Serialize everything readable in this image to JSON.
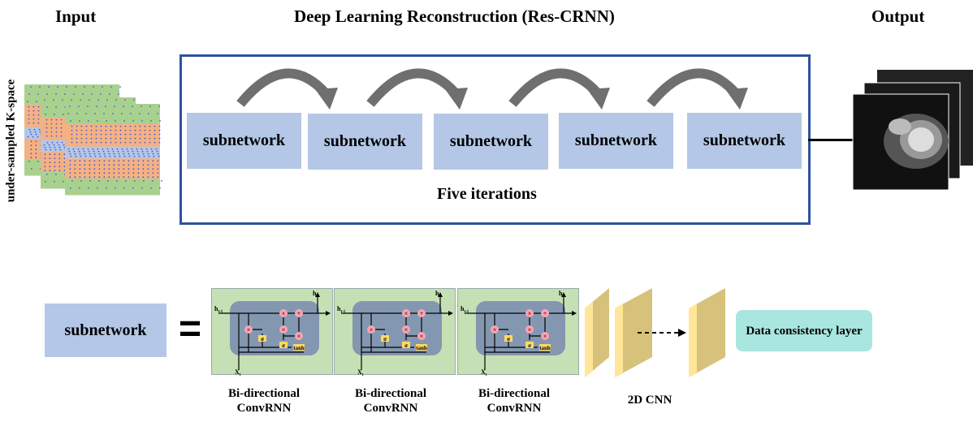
{
  "headers": {
    "input": "Input",
    "main": "Deep Learning Reconstruction (Res-CRNN)",
    "output": "Output"
  },
  "kspace_label": "under-sampled K-space",
  "subnetworks": [
    "subnetwork",
    "subnetwork",
    "subnetwork",
    "subnetwork",
    "subnetwork"
  ],
  "iterations_label": "Five iterations",
  "legend": {
    "subnetwork": "subnetwork",
    "equals": "=",
    "convrnn_labels": [
      "Bi-directional ConvRNN",
      "Bi-directional ConvRNN",
      "Bi-directional ConvRNN"
    ],
    "cell": {
      "h_prev": "h",
      "h_prev_sub": "t-1",
      "h_out": "h",
      "h_out_sub": "t",
      "x": "X",
      "x_sub": "t",
      "sigma": "σ",
      "tanh": "tanh",
      "times": "×",
      "plus": "+"
    },
    "cnn_label": "2D CNN",
    "dc_layer": "Data consistency layer"
  },
  "colors": {
    "frame": "#2f52a0",
    "subnetwork": "#b4c7e7",
    "panel": "#c5e0b4",
    "cell": "#8497b0",
    "cnn": "#d6c27a",
    "cnn_face": "#ffe699",
    "dc": "#a8e6df",
    "k_green": "#a9d18e",
    "k_orange": "#f4b183",
    "k_blue": "#b4c7e7"
  }
}
